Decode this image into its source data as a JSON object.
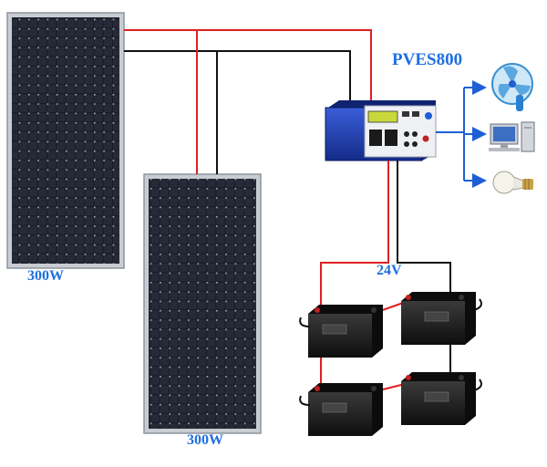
{
  "labels": {
    "panel_1_power": "300W",
    "panel_2_power": "300W",
    "controller_model": "PVES800",
    "battery_voltage": "24V"
  },
  "devices": {
    "panels": [
      "solar-panel",
      "solar-panel"
    ],
    "controller": "inverter-controller",
    "loads": [
      "fan-icon",
      "computer-icon",
      "light-bulb-icon"
    ],
    "batteries": [
      "battery",
      "battery",
      "battery",
      "battery"
    ]
  },
  "colors": {
    "positive_wire": "#e02020",
    "negative_wire": "#111111",
    "output_arrow": "#1f5fd6",
    "label_text": "#1f6fe0",
    "controller_body": "#1c3aa8",
    "panel_cell": "#1a1d27",
    "panel_frame": "#c9ccd2",
    "battery_body": "#1a1a1a"
  }
}
